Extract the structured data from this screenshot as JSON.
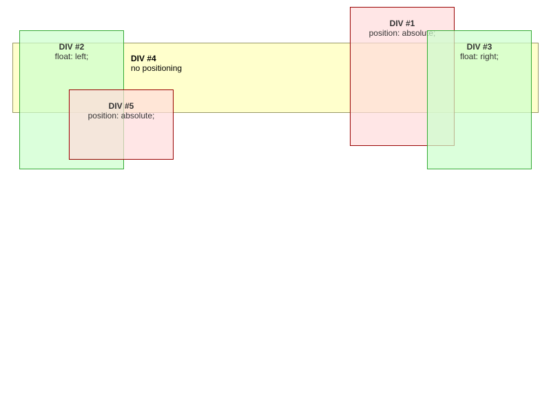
{
  "boxes": {
    "div1": {
      "title": "DIV #1",
      "desc": "position: absolute;",
      "fill": "#ffdcdc",
      "border": "#990000"
    },
    "div2": {
      "title": "DIV #2",
      "desc": "float: left;",
      "fill": "#ccffcc",
      "border": "#33aa33"
    },
    "div3": {
      "title": "DIV #3",
      "desc": "float: right;",
      "fill": "#ccffcc",
      "border": "#33aa33"
    },
    "div4": {
      "title": "DIV #4",
      "desc": "no positioning",
      "fill": "#ffffcc",
      "border": "#999966"
    },
    "div5": {
      "title": "DIV #5",
      "desc": "position: absolute;",
      "fill": "#ffdcdc",
      "border": "#990000"
    }
  }
}
